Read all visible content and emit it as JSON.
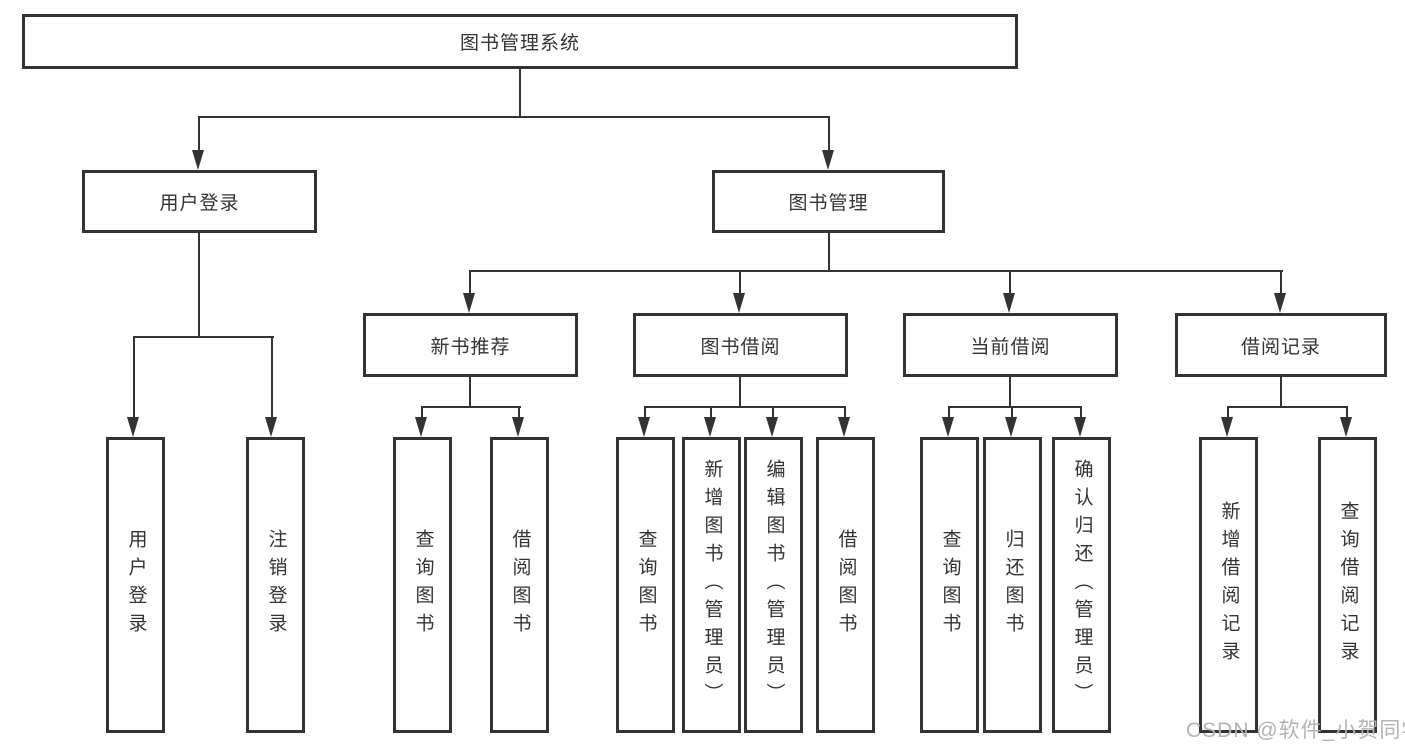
{
  "colors": {
    "line": "#333333",
    "box_border": "#333333",
    "text": "#333333",
    "watermark": "#b3b3b3"
  },
  "root": {
    "label": "图书管理系统"
  },
  "tree": {
    "user_login_branch": {
      "label": "用户登录",
      "children": [
        "用户登录",
        "注销登录"
      ]
    },
    "book_mgmt_branch": {
      "label": "图书管理",
      "groups": [
        {
          "label": "新书推荐",
          "children": [
            "查询图书",
            "借阅图书"
          ]
        },
        {
          "label": "图书借阅",
          "children": [
            "查询图书",
            "新增图书（管理员）",
            "编辑图书（管理员）",
            "借阅图书"
          ]
        },
        {
          "label": "当前借阅",
          "children": [
            "查询图书",
            "归还图书",
            "确认归还（管理员）"
          ]
        },
        {
          "label": "借阅记录",
          "children": [
            "新增借阅记录",
            "查询借阅记录"
          ]
        }
      ]
    }
  },
  "watermark": "CSDN @软件_小贺同学"
}
